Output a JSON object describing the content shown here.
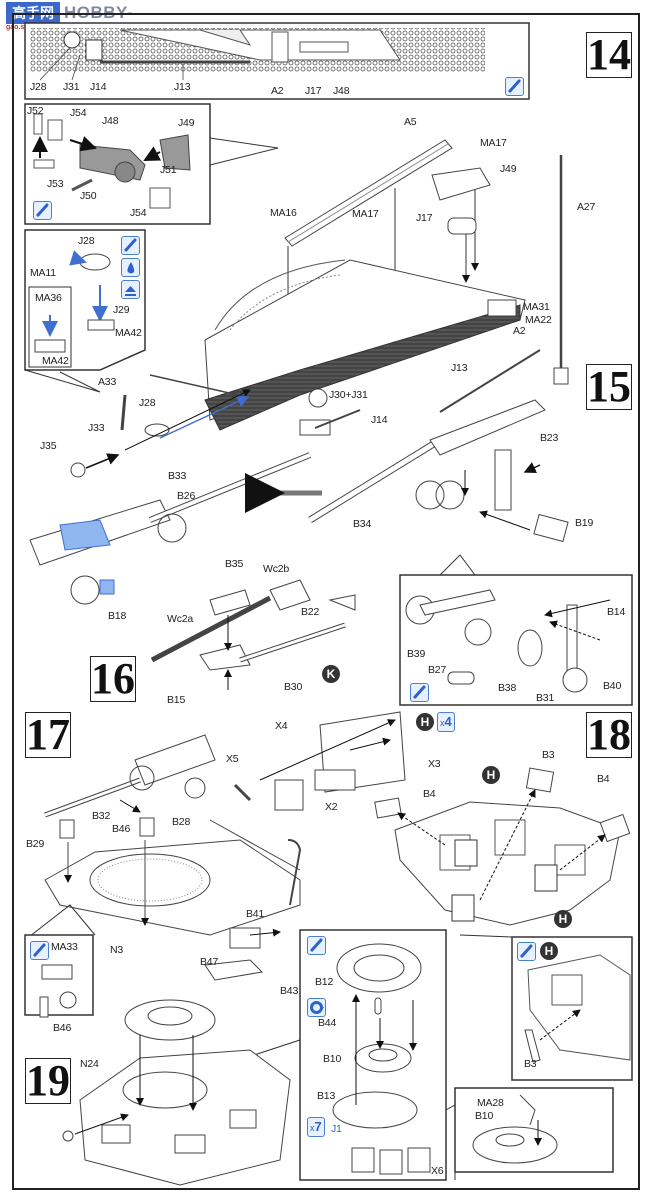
{
  "watermark": {
    "logo": "高手网",
    "brand": "HOBBY-SEARCH",
    "site": "gao.shou.com"
  },
  "steps": {
    "s14": {
      "number": "14"
    },
    "s15": {
      "number": "15"
    },
    "s16": {
      "number": "16"
    },
    "s17": {
      "number": "17"
    },
    "s18": {
      "number": "18"
    },
    "s19": {
      "number": "19"
    }
  },
  "icons": {
    "paint": "paint-brush-icon",
    "glue": "glue-drop-icon",
    "flip": "flip-over-icon",
    "rotate": "movable-part-icon",
    "photo_etch_h": "H",
    "photo_etch_k": "K",
    "qty_x4": "x4",
    "qty_x7": "x7",
    "qty_x7_part": "J1"
  },
  "labels": {
    "top_strip": [
      "J28",
      "J31",
      "J14",
      "J13",
      "A2",
      "J17",
      "J48"
    ],
    "j48_subassembly": [
      "J52",
      "J54",
      "J48",
      "J49",
      "J53",
      "J51",
      "J50",
      "J54"
    ],
    "step14_main": [
      "A5",
      "MA17",
      "MA17",
      "MA16",
      "J49",
      "J17",
      "A27",
      "MA31",
      "MA22",
      "A2"
    ],
    "j28_subassembly": [
      "J28",
      "MA11",
      "J29",
      "MA36",
      "MA42",
      "MA42"
    ],
    "step15": [
      "A33",
      "J28",
      "J33",
      "J35",
      "J30+J31",
      "J14",
      "J13"
    ],
    "step16_top": [
      "B33",
      "B26",
      "B18",
      "B34",
      "B23",
      "B19"
    ],
    "step16_mg": [
      "B35",
      "Wc2b",
      "Wc2a",
      "B22",
      "B30",
      "B15"
    ],
    "mount_detail": [
      "B39",
      "B27",
      "B38",
      "B31",
      "B14",
      "B40"
    ],
    "step17": [
      "X4",
      "X5",
      "X3",
      "X2",
      "B32",
      "B28",
      "B29",
      "B46",
      "N3",
      "B41",
      "B47",
      "B43"
    ],
    "b46_detail": [
      "MA33",
      "B46"
    ],
    "step18": [
      "B3",
      "B4",
      "B4"
    ],
    "b3_detail": [
      "B3"
    ],
    "cupola_detail": [
      "B12",
      "B44",
      "B10",
      "B13",
      "X6"
    ],
    "b10_detail": [
      "MA28",
      "B10"
    ],
    "step19": [
      "N24"
    ]
  }
}
